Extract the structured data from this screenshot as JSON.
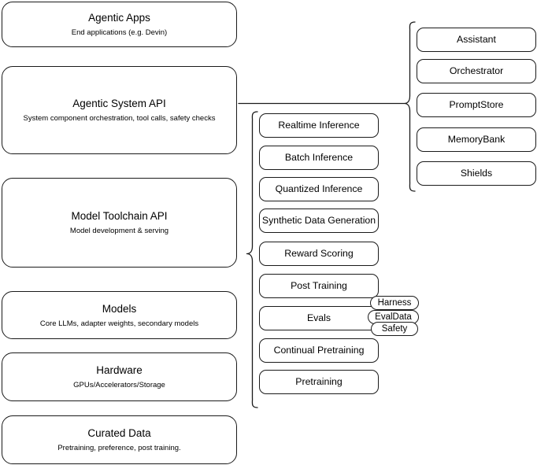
{
  "diagram": {
    "title": "LLM stack layers diagram",
    "stroke_color": "#1a1a1a",
    "background_color": "#ffffff",
    "layers": [
      {
        "name": "agentic-apps",
        "title": "Agentic Apps",
        "subtitle": "End applications (e.g. Devin)"
      },
      {
        "name": "agentic-system-api",
        "title": "Agentic System API",
        "subtitle": "System component orchestration, tool calls, safety checks"
      },
      {
        "name": "model-toolchain-api",
        "title": "Model Toolchain API",
        "subtitle": "Model development & serving"
      },
      {
        "name": "models",
        "title": "Models",
        "subtitle": "Core LLMs, adapter weights, secondary models"
      },
      {
        "name": "hardware",
        "title": "Hardware",
        "subtitle": "GPUs/Accelerators/Storage"
      },
      {
        "name": "curated-data",
        "title": "Curated Data",
        "subtitle": "Pretraining, preference, post training."
      }
    ],
    "toolchain_components": [
      {
        "name": "realtime-inference",
        "label": "Realtime Inference"
      },
      {
        "name": "batch-inference",
        "label": "Batch Inference"
      },
      {
        "name": "quantized-inference",
        "label": "Quantized Inference"
      },
      {
        "name": "synthetic-data-generation",
        "label": "Synthetic Data Generation"
      },
      {
        "name": "reward-scoring",
        "label": "Reward Scoring"
      },
      {
        "name": "post-training",
        "label": "Post Training"
      },
      {
        "name": "evals",
        "label": "Evals"
      },
      {
        "name": "continual-pretraining",
        "label": "Continual Pretraining"
      },
      {
        "name": "pretraining",
        "label": "Pretraining"
      }
    ],
    "evals_subcomponents": [
      {
        "name": "harness",
        "label": "Harness"
      },
      {
        "name": "evaldata",
        "label": "EvalData"
      },
      {
        "name": "safety",
        "label": "Safety"
      }
    ],
    "system_components": [
      {
        "name": "assistant",
        "label": "Assistant"
      },
      {
        "name": "orchestrator",
        "label": "Orchestrator"
      },
      {
        "name": "promptstore",
        "label": "PromptStore"
      },
      {
        "name": "memorybank",
        "label": "MemoryBank"
      },
      {
        "name": "shields",
        "label": "Shields"
      }
    ]
  }
}
